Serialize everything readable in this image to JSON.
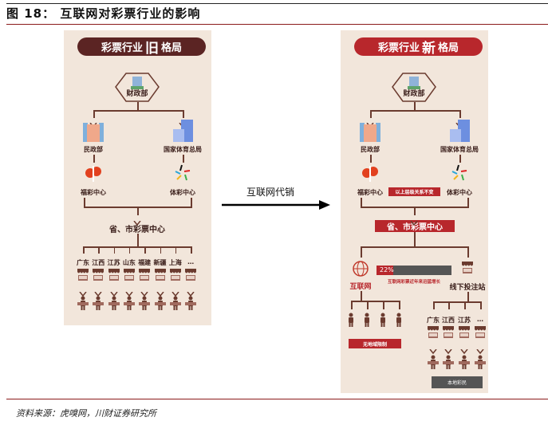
{
  "figure": {
    "title": "图 18：  互联网对彩票行业的影响",
    "source": "资料来源：虎嗅网，川财证券研究所"
  },
  "arrow": {
    "label": "互联网代销"
  },
  "old": {
    "header_prefix": "彩票行业",
    "header_big": "旧",
    "header_suffix": "格局",
    "ministry": "财政部",
    "civil": "民政部",
    "sport": "国家体育总局",
    "welfare": "福彩中心",
    "sports_lottery": "体彩中心",
    "provincial": "省、市彩票中心",
    "provinces": [
      "广东",
      "江西",
      "江苏",
      "山东",
      "福建",
      "新疆",
      "上海",
      "…"
    ]
  },
  "new": {
    "header_prefix": "彩票行业",
    "header_big": "新",
    "header_suffix": "格局",
    "ministry": "财政部",
    "civil": "民政部",
    "sport": "国家体育总局",
    "welfare": "福彩中心",
    "sports_lottery": "体彩中心",
    "unchanged": "以上层级关系不变",
    "provincial": "省、市彩票中心",
    "internet": "互联网",
    "growth_percent_label": "22%",
    "growth_percent": 22,
    "growth_text": "互联网彩票近年来迅猛增长",
    "offline": "线下投注站",
    "no_region": "无地域限制",
    "local": "本地彩民",
    "provinces": [
      "广东",
      "江西",
      "江苏",
      "…"
    ]
  },
  "colors": {
    "panel": "#f2e6db",
    "dark": "#5b2423",
    "red": "#b8272c",
    "line": "#6b3b2f",
    "grey": "#555555"
  }
}
